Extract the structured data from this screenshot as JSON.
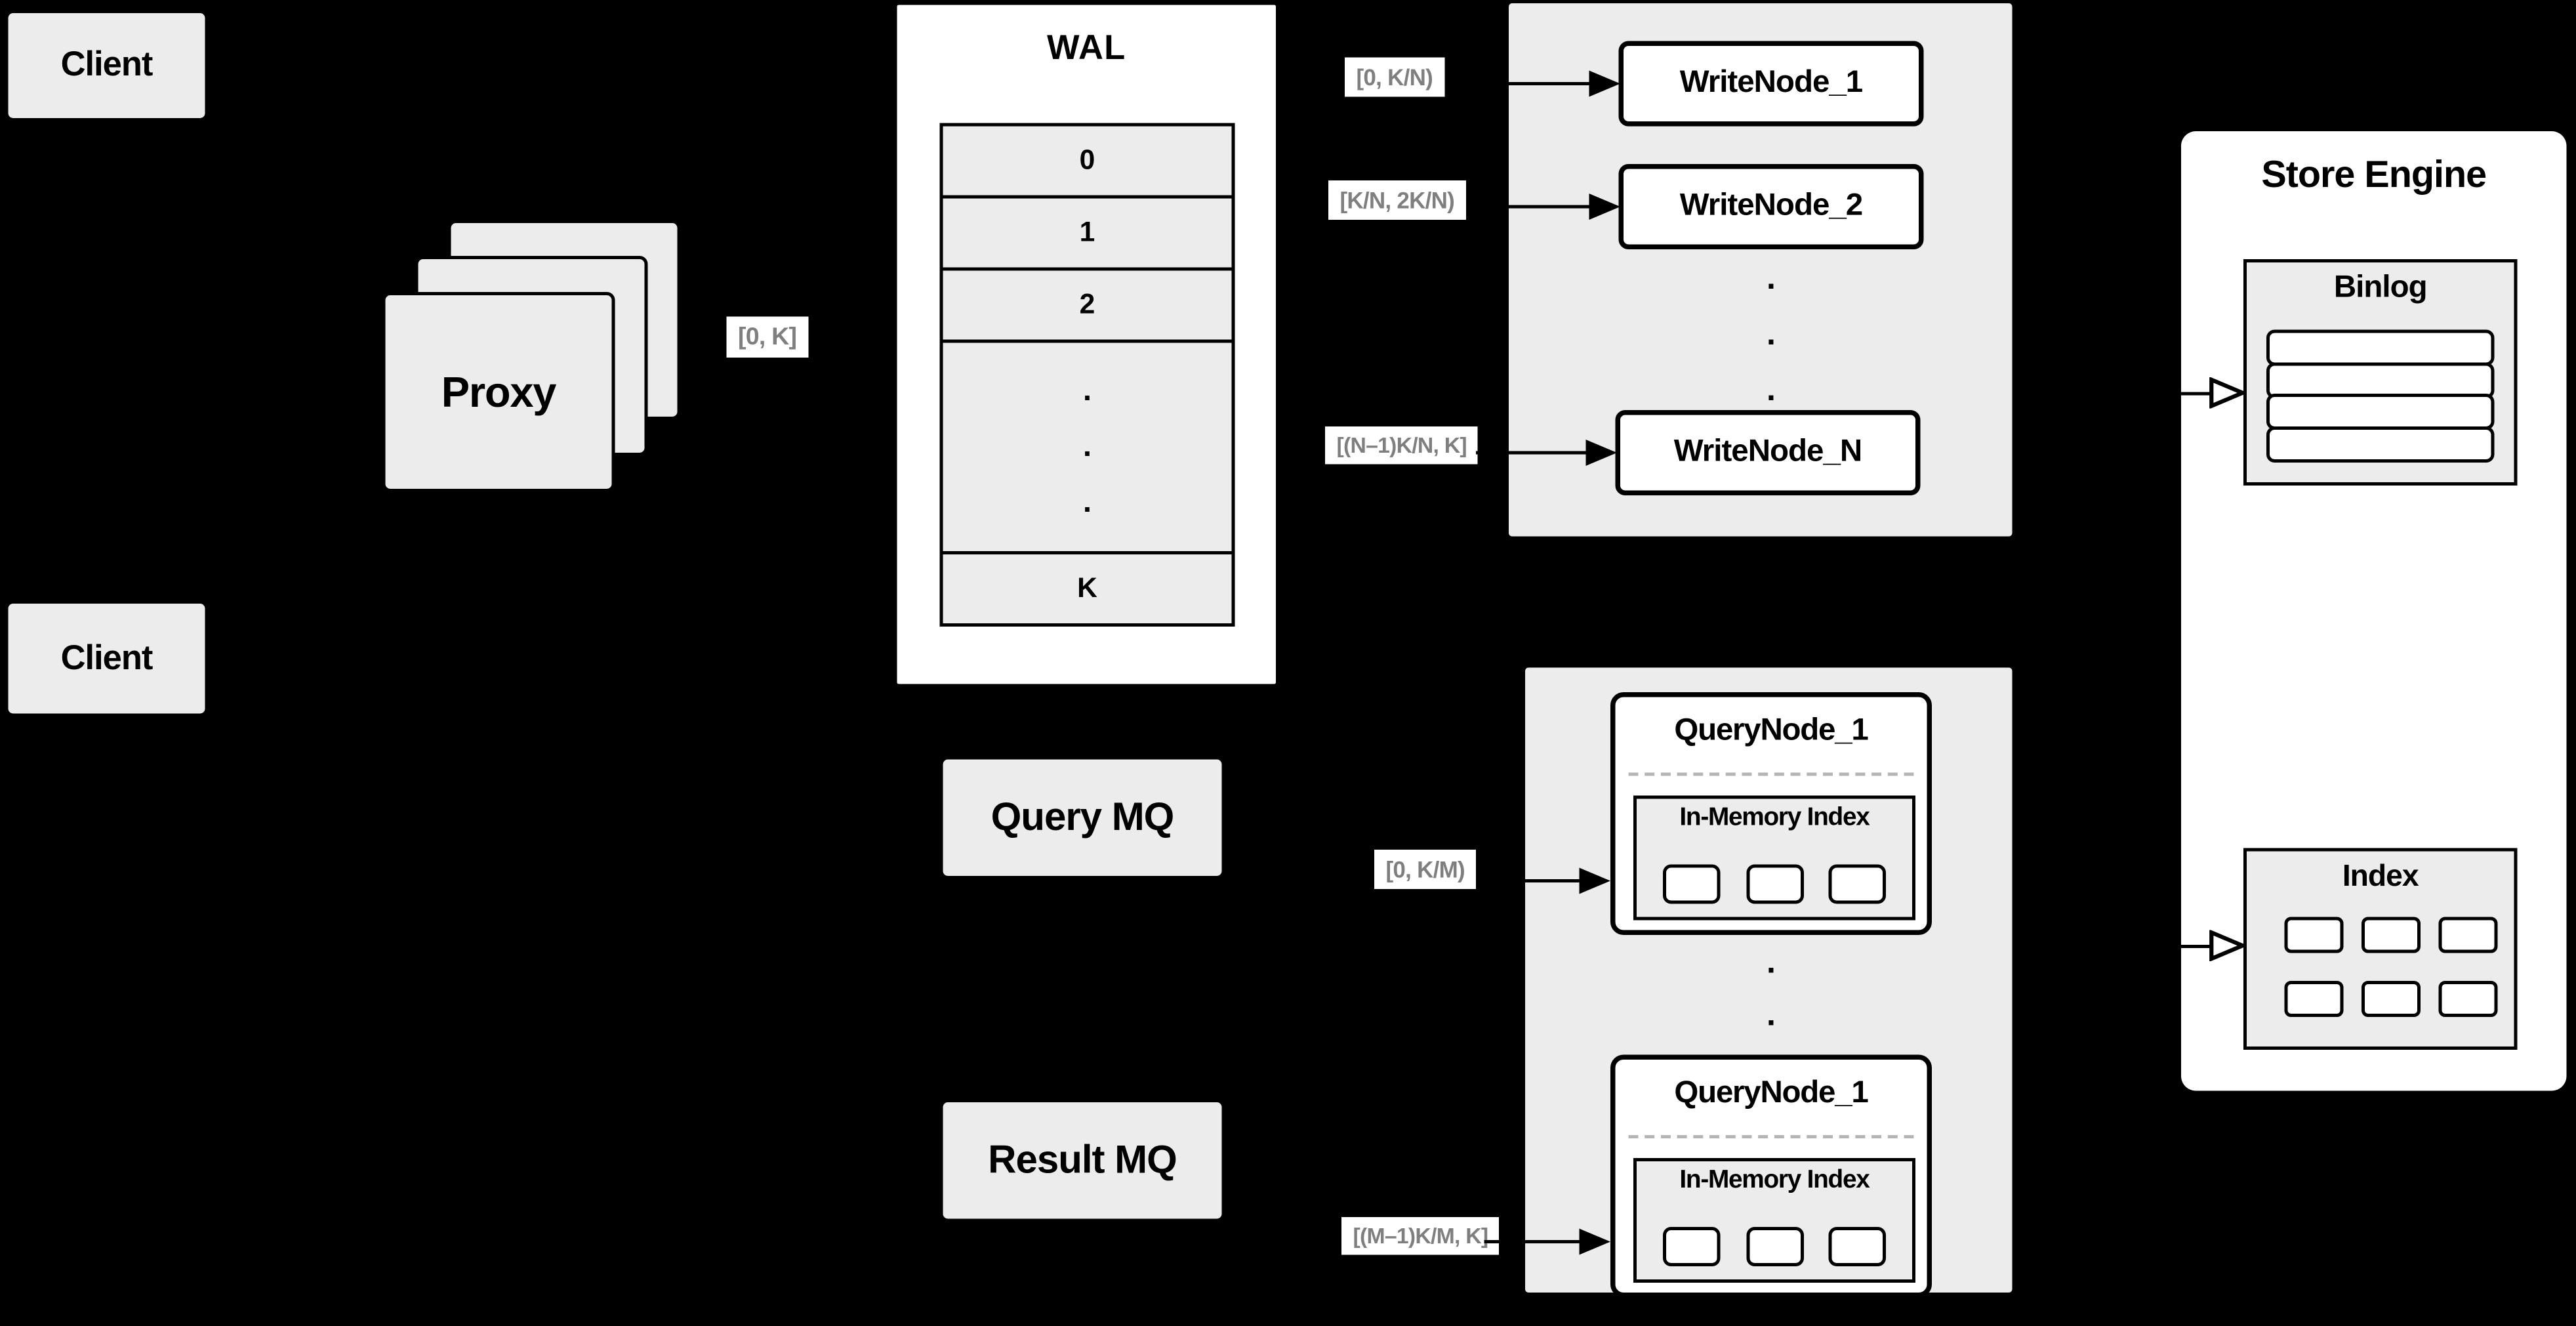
{
  "colors": {
    "background": "#000000",
    "panel_gray": "#ececec",
    "node_white": "#ffffff",
    "line_black": "#000000",
    "edge_label_text": "#7f7f7f",
    "dashed_separator": "#b5b5b5"
  },
  "glyphs": {
    "dot": "."
  },
  "nodes": {
    "client_top": "Client",
    "client_bottom": "Client",
    "proxy": "Proxy",
    "wal": {
      "title": "WAL",
      "segments": [
        "0",
        "1",
        "2"
      ],
      "last_segment": "K"
    },
    "write_group": {
      "node_1": "WriteNode_1",
      "node_2": "WriteNode_2",
      "node_n": "WriteNode_N"
    },
    "query_mq": "Query MQ",
    "result_mq": "Result MQ",
    "query_group": {
      "node_top_title": "QueryNode_1",
      "node_top_inner_title": "In-Memory Index",
      "node_bottom_title": "QueryNode_1",
      "node_bottom_inner_title": "In-Memory Index"
    },
    "store_engine": {
      "title": "Store Engine",
      "binlog_title": "Binlog",
      "index_title": "Index"
    }
  },
  "edge_labels": {
    "proxy_to_wal": "[0, K]",
    "wal_to_write_1": "[0, K/N)",
    "wal_to_write_2": "[K/N, 2K/N)",
    "wal_to_write_n": "[(N–1)K/N, K]",
    "query_to_node_top": "[0, K/M)",
    "query_to_node_bottom": "[(M–1)K/M, K]"
  }
}
